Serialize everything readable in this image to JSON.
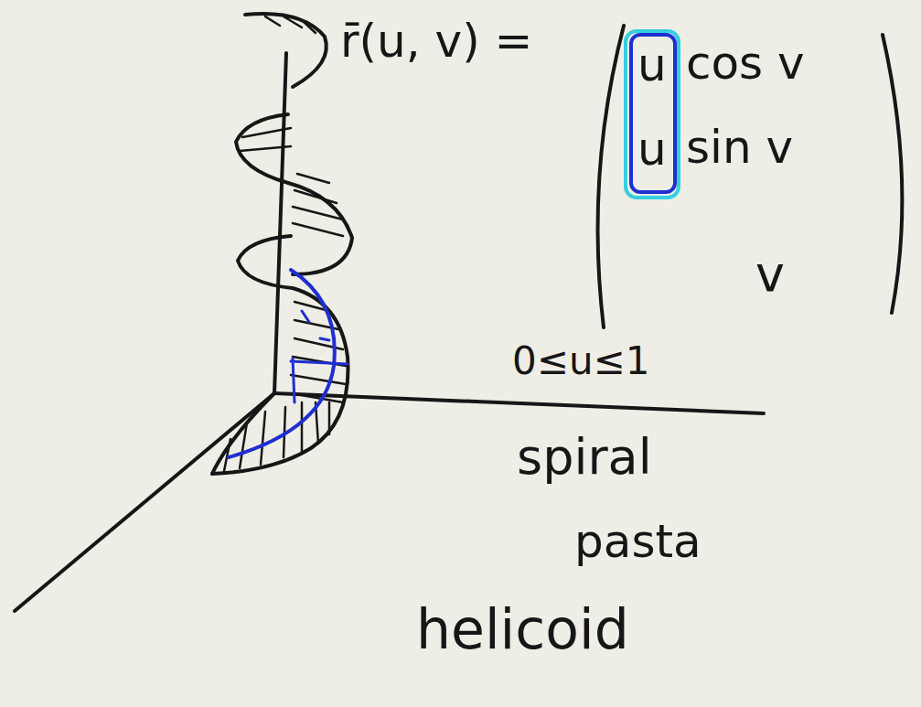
{
  "diagram": {
    "labels": [
      "r̄(u, v) =",
      "u",
      "cos v",
      "u",
      "sin v",
      "v",
      "0≤u≤1",
      "spiral",
      "pasta",
      "helicoid"
    ]
  }
}
